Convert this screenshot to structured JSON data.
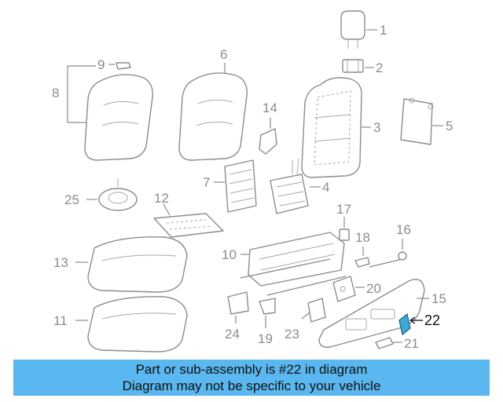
{
  "diagram": {
    "callouts": [
      "1",
      "2",
      "3",
      "4",
      "5",
      "6",
      "7",
      "8",
      "9",
      "10",
      "11",
      "12",
      "13",
      "14",
      "15",
      "16",
      "17",
      "18",
      "19",
      "20",
      "21",
      "22",
      "23",
      "24",
      "25"
    ],
    "highlighted_callout": "22",
    "colors": {
      "highlight": "#3fa9d6",
      "caption_bg": "#5ab7ef",
      "line": "#8c8c8c"
    }
  },
  "caption": {
    "line1": "Part or sub-assembly is #22 in diagram",
    "line2": "Diagram may not be specific to your vehicle"
  }
}
